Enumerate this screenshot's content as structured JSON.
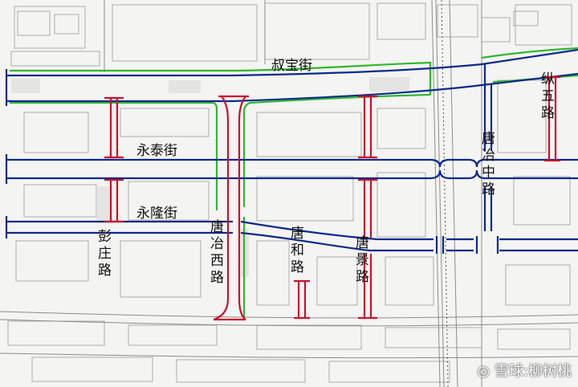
{
  "map": {
    "colors": {
      "background": "#f4f4f2",
      "basemap_line": "#9a9a9a",
      "planned_road_blue": "#0c2a8c",
      "planned_road_red": "#c8102e",
      "boundary_green": "#2fb82f"
    },
    "streets": {
      "shubao": "叔宝街",
      "yongtai": "永泰街",
      "yonglong": "永隆街",
      "pengzhuang": "彭庄路",
      "tangyexi": "唐冶西路",
      "tanghe": "唐和路",
      "tangjing": "唐景路",
      "tangyezhong": "唐冶中路",
      "zongwu": "纵五路"
    },
    "watermark": "雪球:柳树桃"
  }
}
